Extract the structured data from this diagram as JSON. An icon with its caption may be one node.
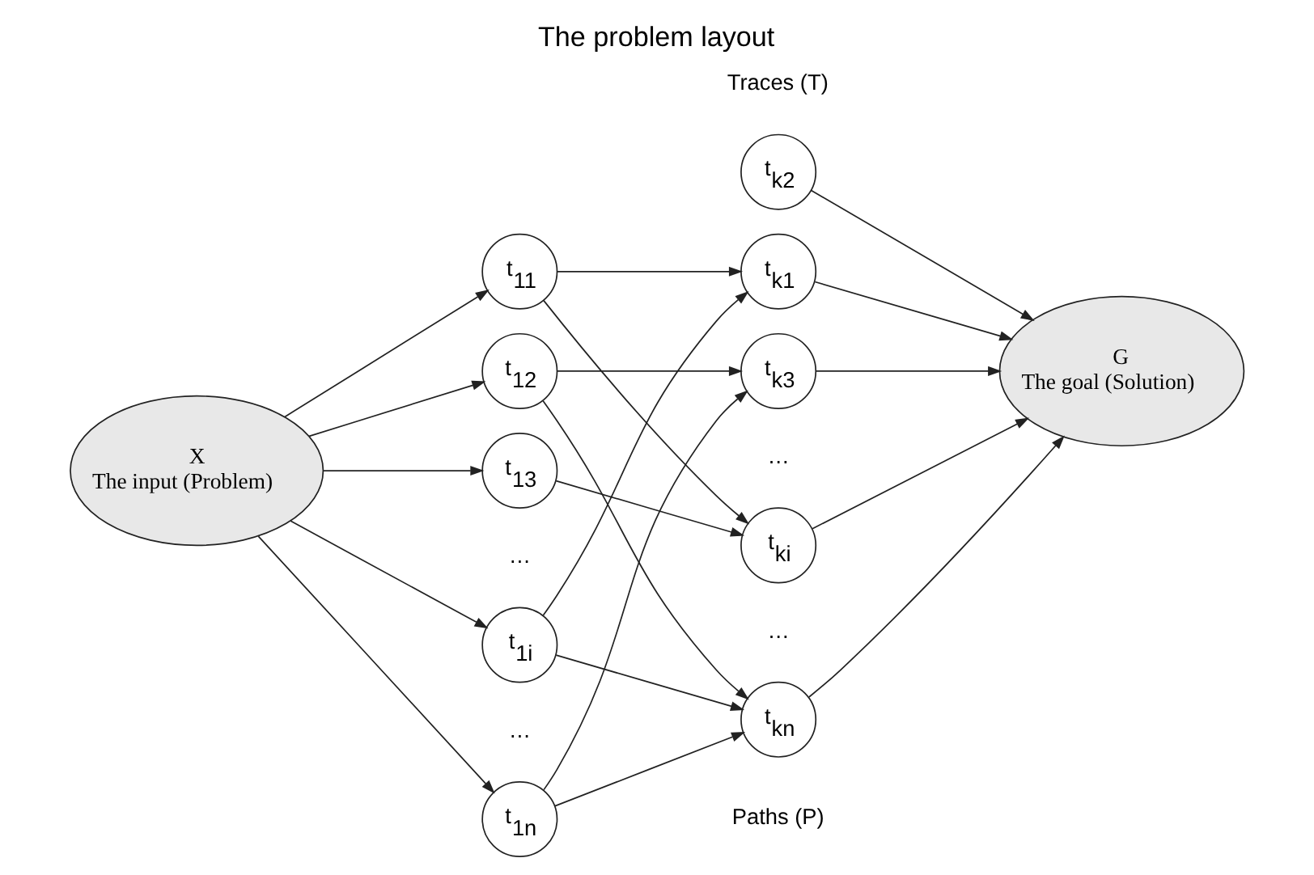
{
  "diagram": {
    "title": "The problem layout",
    "nodes": [
      {
        "text": [
          "X",
          "The input (Problem)"
        ]
      },
      {
        "text": [
          "t$_{11}$"
        ]
      },
      {
        "text": [
          "t$_{12}$"
        ]
      },
      {
        "text": [
          "t$_{13}$"
        ]
      },
      {
        "text": [
          "t$_{1i}$"
        ]
      },
      {
        "text": [
          "t$_{1n}$"
        ]
      },
      {
        "text": [
          "t$_{k1}$"
        ]
      },
      {
        "text": [
          "t$_{k2}$"
        ]
      },
      {
        "text": [
          "t$_{k3}$"
        ]
      },
      {
        "text": [
          "t$_{ki}$"
        ]
      },
      {
        "text": [
          "t$_{kn}$"
        ]
      },
      {
        "text": [
          "G",
          "The goal (Solution)"
        ]
      }
    ],
    "edges": [
      {
        "from": 0,
        "to": 1,
        "arrow": "to"
      },
      {
        "from": 0,
        "to": 2,
        "arrow": "to"
      },
      {
        "from": 0,
        "to": 3,
        "arrow": "to"
      },
      {
        "from": 0,
        "to": 4,
        "arrow": "to"
      },
      {
        "from": 0,
        "to": 5,
        "arrow": "to"
      },
      {
        "from": 1,
        "to": 6,
        "arrow": "to"
      },
      {
        "from": 1,
        "to": 9,
        "arrow": "to"
      },
      {
        "from": 2,
        "to": 8,
        "arrow": "to"
      },
      {
        "from": 2,
        "to": 10,
        "arrow": "to"
      },
      {
        "from": 3,
        "to": 9,
        "arrow": "to"
      },
      {
        "from": 4,
        "to": 6,
        "arrow": "to"
      },
      {
        "from": 4,
        "to": 10,
        "arrow": "to"
      },
      {
        "from": 5,
        "to": 8,
        "arrow": "to"
      },
      {
        "from": 5,
        "to": 10,
        "arrow": "to"
      },
      {
        "from": 6,
        "to": 11,
        "arrow": "to"
      },
      {
        "from": 7,
        "to": 11,
        "arrow": "to"
      },
      {
        "from": 8,
        "to": 11,
        "arrow": "to"
      },
      {
        "from": 9,
        "to": 11,
        "arrow": "to"
      },
      {
        "from": 10,
        "to": 11,
        "arrow": "to"
      }
    ],
    "labels": [
      "Traces (T)",
      "…",
      "…",
      "…",
      "…",
      "Paths (P)"
    ]
  }
}
